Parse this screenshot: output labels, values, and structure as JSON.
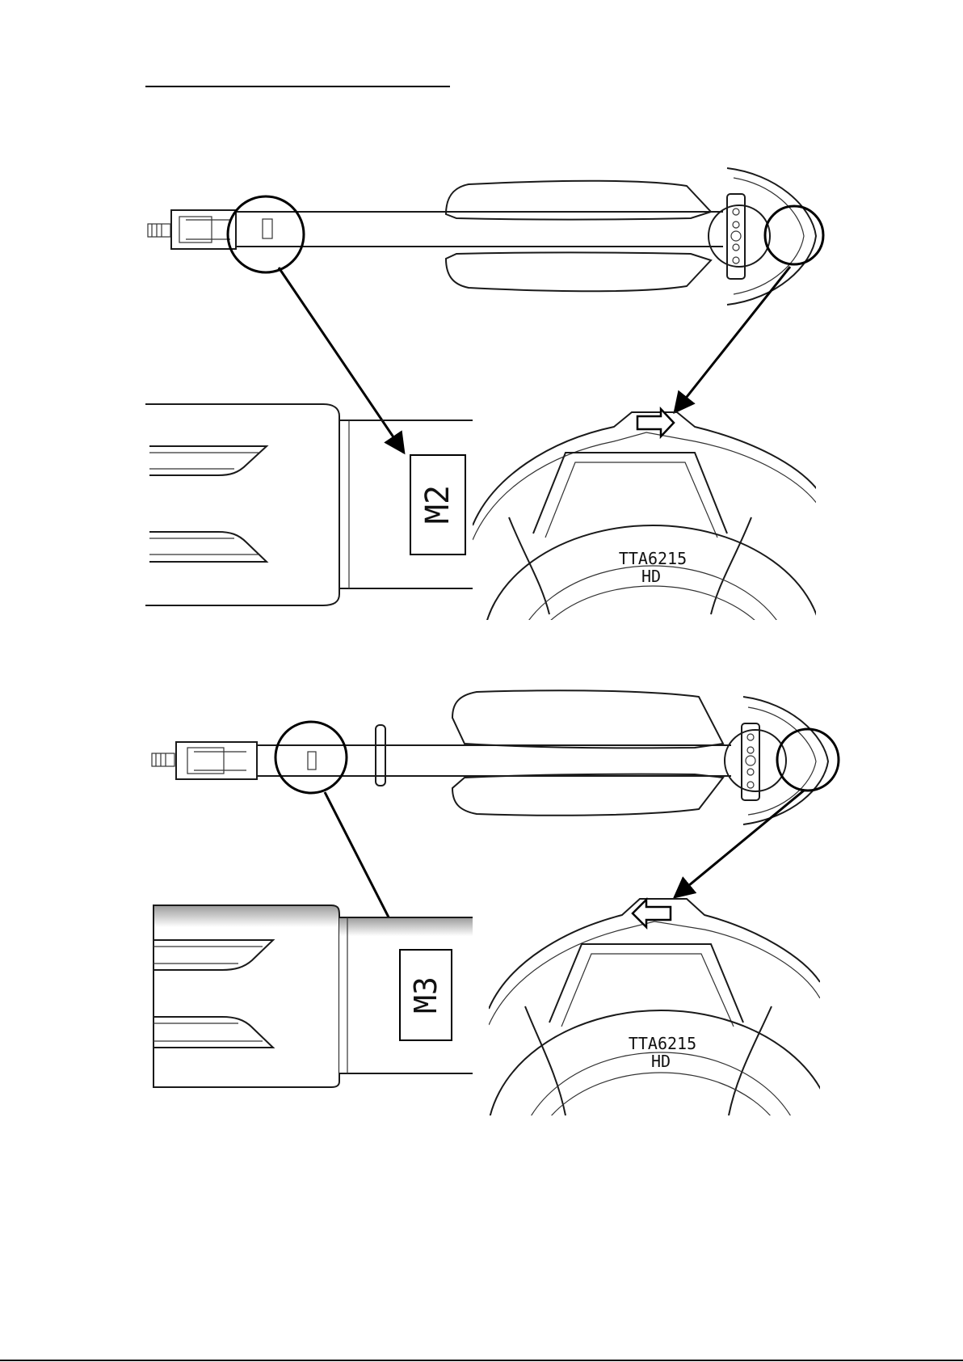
{
  "figure_1": {
    "arm_label": "M2",
    "motor_model_line1": "TTA6215",
    "motor_model_line2": "HD",
    "rotation_arrow": "right-arrow-icon"
  },
  "figure_2": {
    "arm_label": "M3",
    "motor_model_line1": "TTA6215",
    "motor_model_line2": "HD",
    "rotation_arrow": "left-arrow-icon"
  },
  "colors": {
    "line": "#1a1a1a",
    "background": "#ffffff"
  }
}
